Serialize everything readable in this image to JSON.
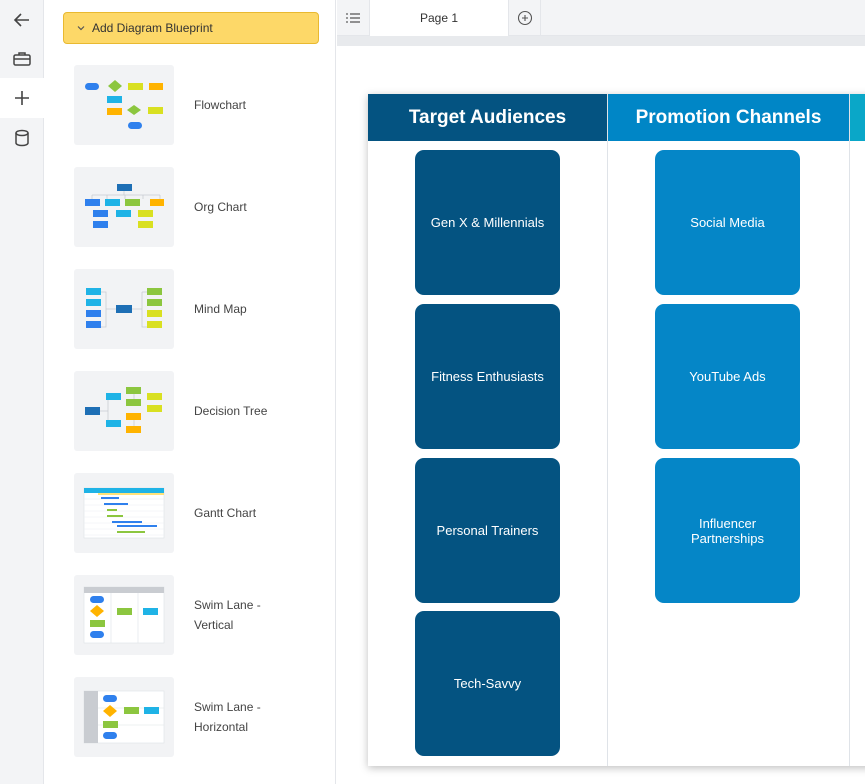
{
  "rail": {
    "items": [
      {
        "icon": "back-arrow-icon"
      },
      {
        "icon": "toolbox-icon"
      },
      {
        "icon": "plus-icon"
      },
      {
        "icon": "database-icon"
      }
    ]
  },
  "panel": {
    "add_button_label": "Add Diagram Blueprint",
    "blueprints": [
      {
        "label": "Flowchart"
      },
      {
        "label": "Org Chart"
      },
      {
        "label": "Mind Map"
      },
      {
        "label": "Decision Tree"
      },
      {
        "label": "Gantt Chart"
      },
      {
        "label": "Swim Lane - Vertical"
      },
      {
        "label": "Swim Lane - Horizontal"
      }
    ]
  },
  "tabs": {
    "pages": [
      {
        "label": "Page 1"
      }
    ]
  },
  "board": {
    "columns": [
      {
        "title": "Target Audiences",
        "header_color": "#045381",
        "card_color": "#045381",
        "cards": [
          "Gen X & Millennials",
          "Fitness Enthusiasts",
          "Personal Trainers",
          "Tech-Savvy"
        ]
      },
      {
        "title": "Promotion Channels",
        "header_color": "#0086c6",
        "card_color": "#0586c7",
        "cards": [
          "Social Media",
          "YouTube Ads",
          "Influencer Partnerships"
        ]
      }
    ],
    "third_column_color": "#0aa7c8"
  },
  "colors": {
    "accent_yellow": "#fdd868",
    "rail_bg": "#f3f4f6"
  }
}
